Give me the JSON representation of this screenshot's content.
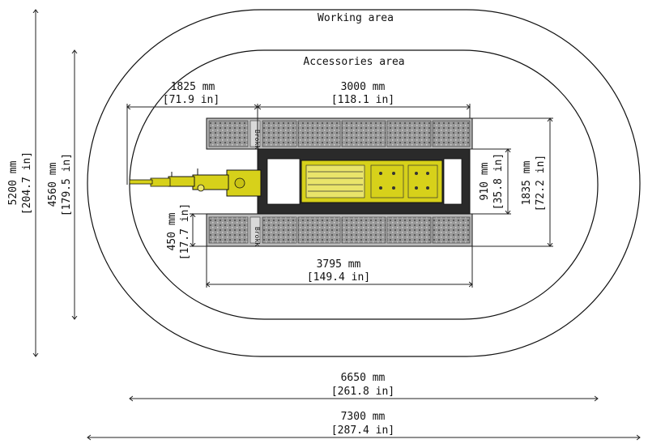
{
  "areas": {
    "working": "Working area",
    "accessories": "Accessories area"
  },
  "dimensions": {
    "width_total_mm": "7300 mm",
    "width_total_in": "[287.4 in]",
    "width_acc_mm": "6650 mm",
    "width_acc_in": "[261.8 in]",
    "boom_mm": "1825 mm",
    "boom_in": "[71.9 in]",
    "track_span_mm": "3000 mm",
    "track_span_in": "[118.1 in]",
    "track_len_mm": "3795 mm",
    "track_len_in": "[149.4 in]",
    "height_total_mm": "5200 mm",
    "height_total_in": "[204.7 in]",
    "height_acc_mm": "4560 mm",
    "height_acc_in": "[179.5 in]",
    "track_w_mm": "450 mm",
    "track_w_in": "[17.7 in]",
    "inner_mm": "910 mm",
    "inner_in": "[35.8 in]",
    "outer_mm": "1835 mm",
    "outer_in": "[72.2 in]"
  },
  "machine": {
    "brand_text": "Brokk",
    "color_body": "#d7d11a",
    "color_frame": "#2a2a2a",
    "color_track": "#8a8a8a"
  }
}
